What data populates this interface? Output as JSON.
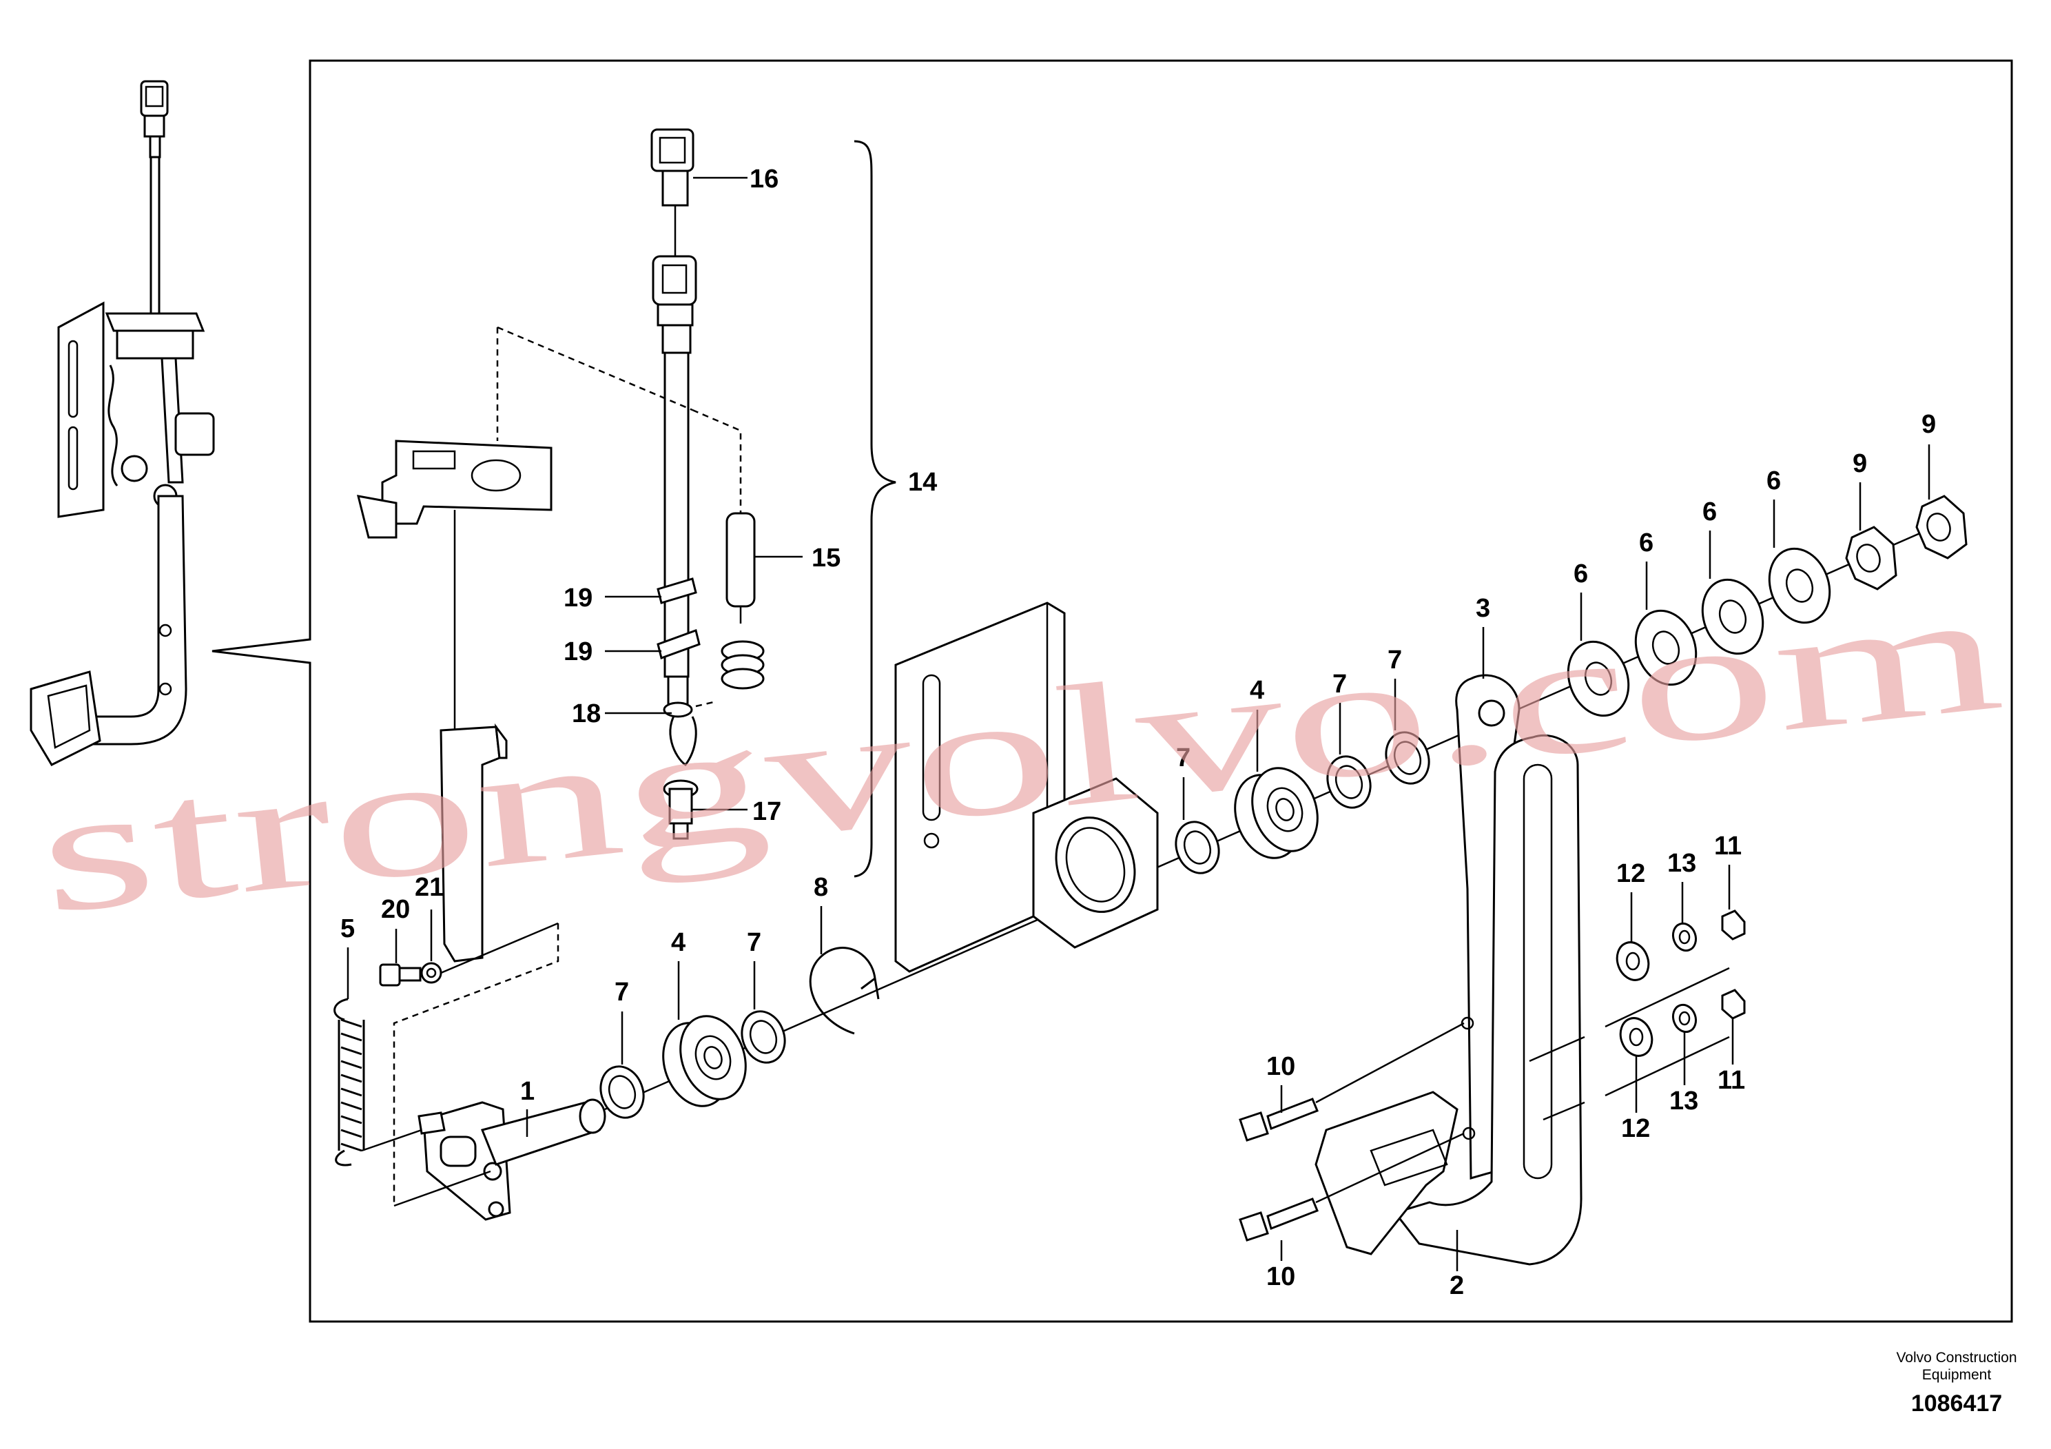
{
  "diagram": {
    "callouts": {
      "c16": "16",
      "c14": "14",
      "c15": "15",
      "c19a": "19",
      "c19b": "19",
      "c18": "18",
      "c17": "17",
      "c21": "21",
      "c20": "20",
      "c5": "5",
      "c1": "1",
      "c7a": "7",
      "c4a": "4",
      "c7b": "7",
      "c8": "8",
      "c7c": "7",
      "c4b": "4",
      "c7d": "7",
      "c7e": "7",
      "c3": "3",
      "c6a": "6",
      "c6b": "6",
      "c6c": "6",
      "c6d": "6",
      "c9a": "9",
      "c9b": "9",
      "c12a": "12",
      "c13a": "13",
      "c11a": "11",
      "c12b": "12",
      "c13b": "13",
      "c11b": "11",
      "c10a": "10",
      "c10b": "10",
      "c2": "2"
    },
    "watermark": "strongvolvo.com"
  },
  "footer": {
    "brand_line1": "Volvo Construction",
    "brand_line2": "Equipment",
    "drawing_number": "1086417"
  }
}
